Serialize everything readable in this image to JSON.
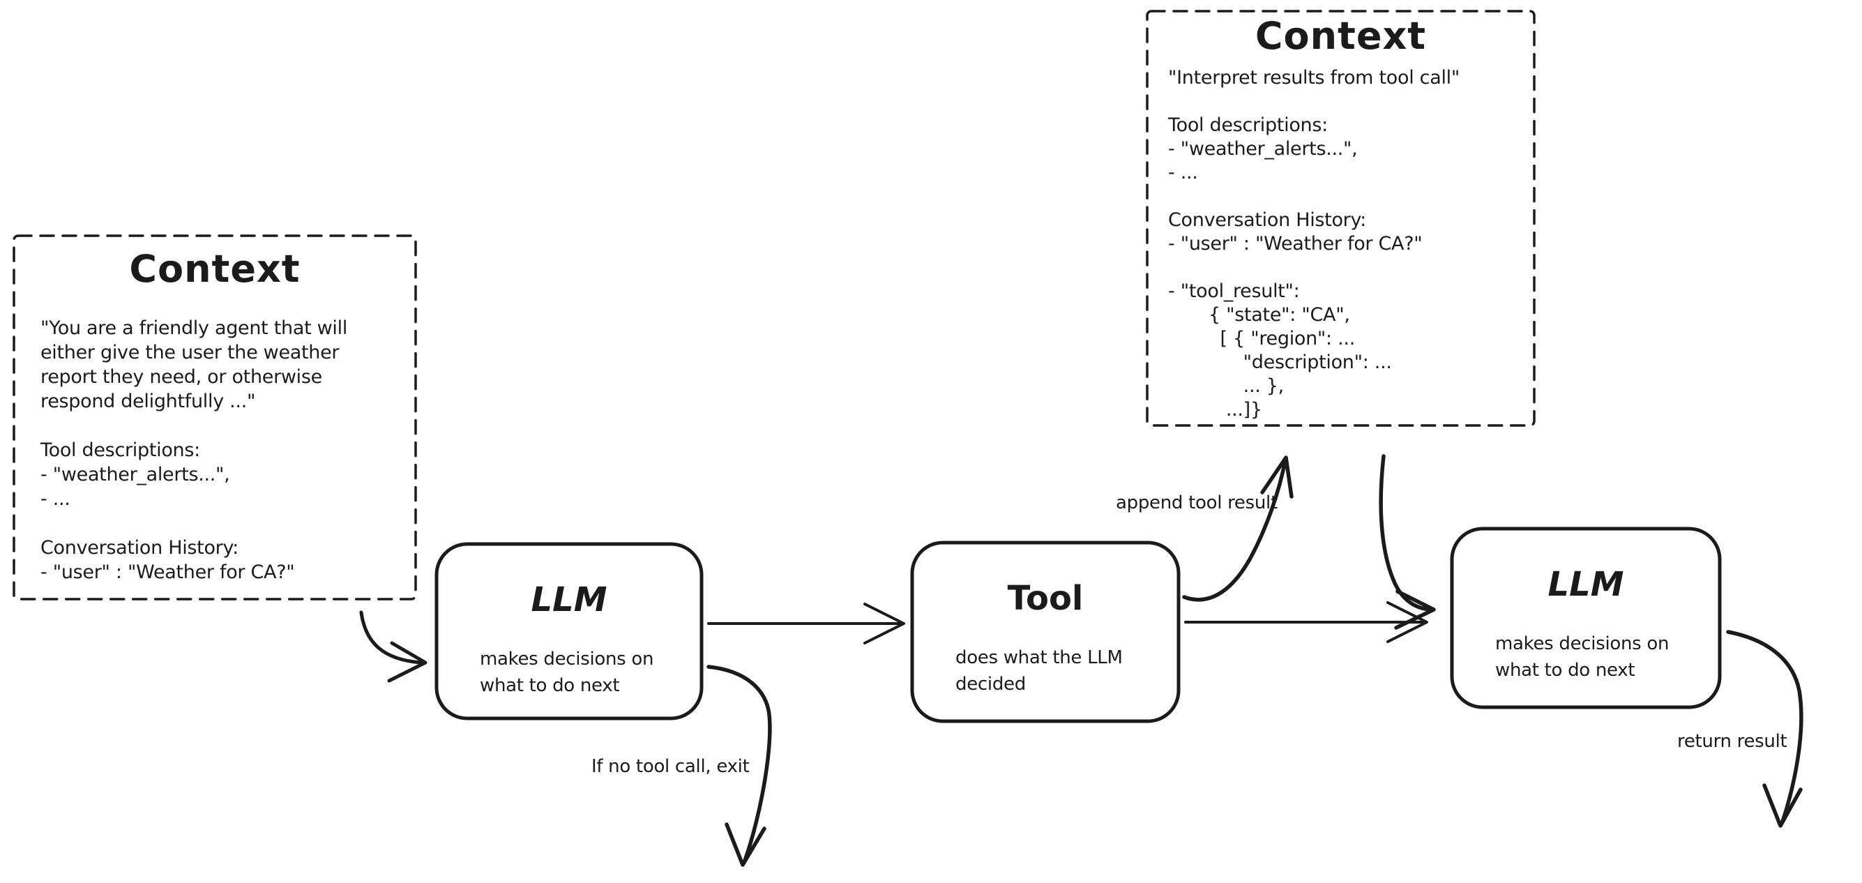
{
  "context_left": {
    "title": "Context",
    "lines": [
      "\"You are a friendly agent that will",
      "either give the user the weather",
      "report they need, or otherwise",
      "respond delightfully ...\"",
      "",
      "Tool descriptions:",
      "- \"weather_alerts...\",",
      "- ...",
      "",
      "Conversation History:",
      "- \"user\" : \"Weather for CA?\""
    ]
  },
  "context_right": {
    "title": "Context",
    "lines": [
      "\"Interpret results from tool call\"",
      "",
      "Tool descriptions:",
      "- \"weather_alerts...\",",
      "- ...",
      "",
      "Conversation History:",
      "- \"user\" : \"Weather for CA?\"",
      "",
      "- \"tool_result\":",
      "       { \"state\": \"CA\",",
      "         [ { \"region\": ...",
      "             \"description\": ...",
      "             ... },",
      "          ...]}"
    ]
  },
  "nodes": {
    "llm_1": {
      "title": "LLM",
      "description": "makes decisions on\nwhat to do next"
    },
    "tool": {
      "title": "Tool",
      "description": "does what the LLM\ndecided"
    },
    "llm_2": {
      "title": "LLM",
      "description": "makes decisions on\nwhat to do next"
    }
  },
  "edge_labels": {
    "append_tool_result": "append tool result",
    "if_no_tool_call_exit": "If no tool call, exit",
    "return_result": "return result"
  },
  "colors": {
    "ink": "#1b1b1b",
    "background": "#ffffff"
  }
}
